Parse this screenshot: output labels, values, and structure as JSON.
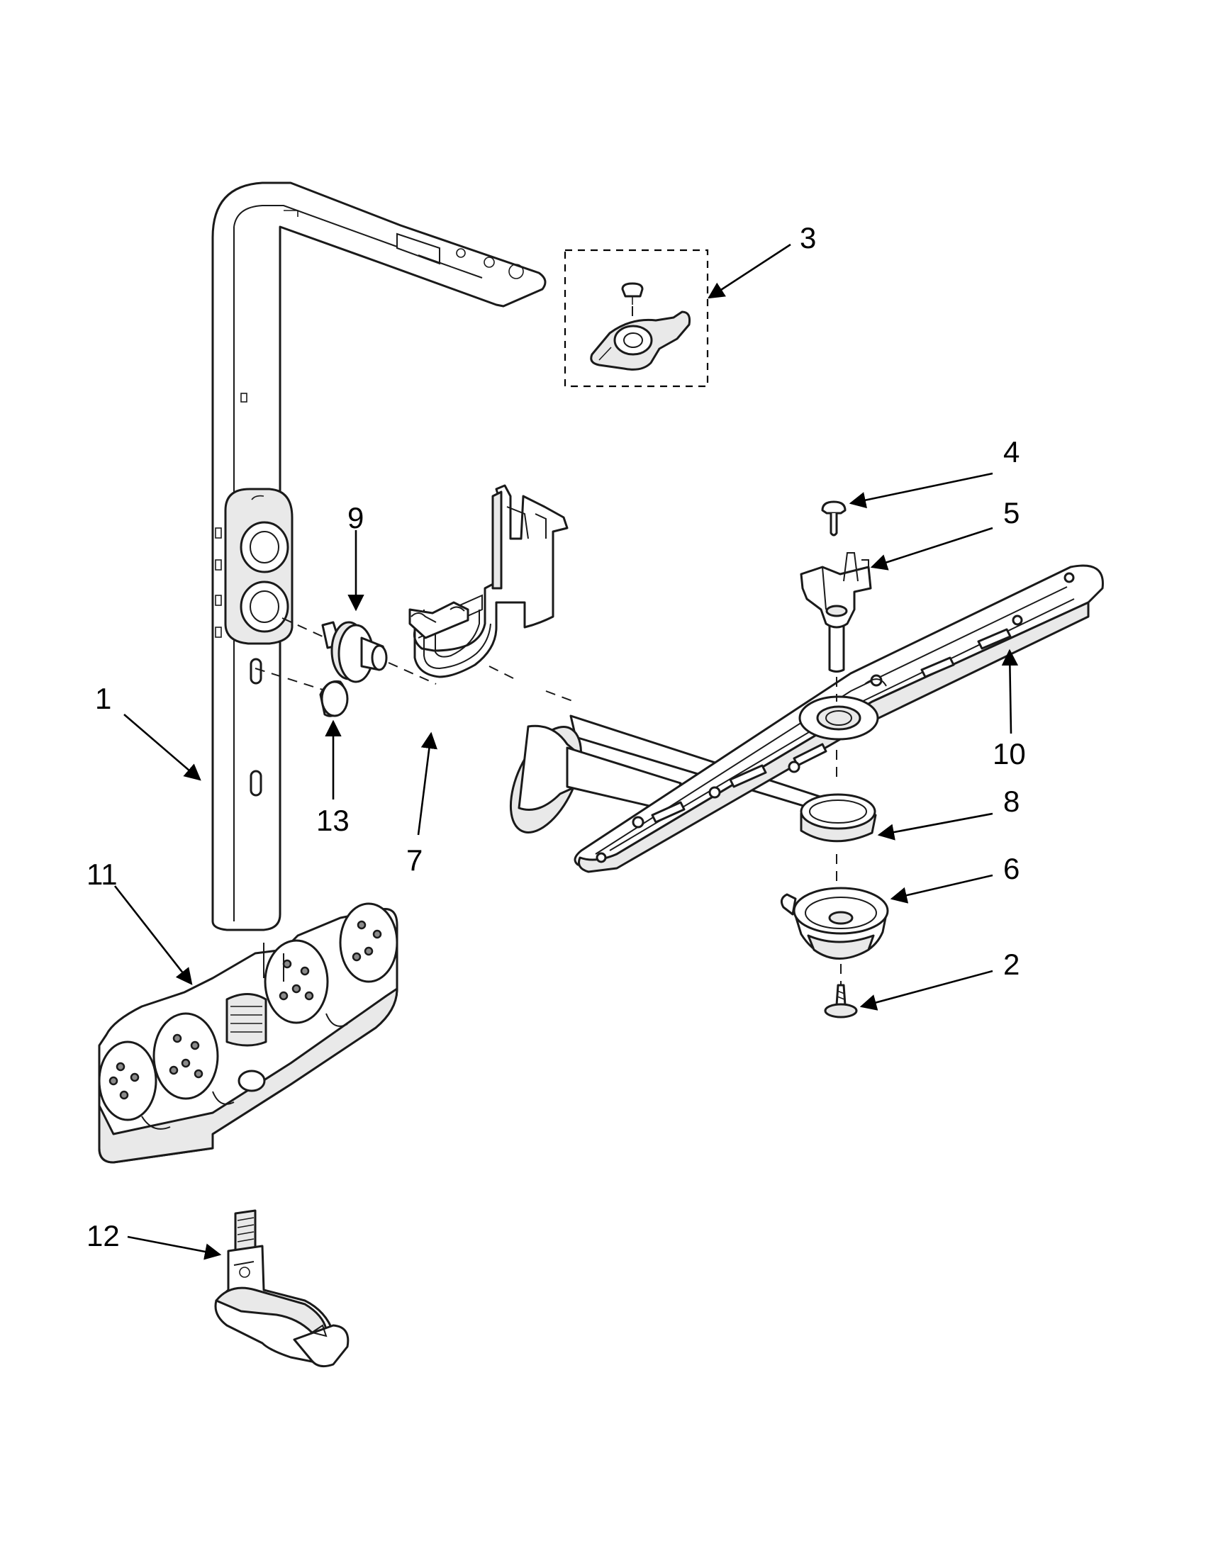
{
  "callouts": {
    "c1": "1",
    "c2": "2",
    "c3": "3",
    "c4": "4",
    "c5": "5",
    "c6": "6",
    "c7": "7",
    "c8": "8",
    "c9": "9",
    "c10": "10",
    "c11": "11",
    "c12": "12",
    "c13": "13"
  },
  "colors": {
    "ink": "#000000",
    "part_fill": "#ffffff",
    "shade_fill": "#e9e9e9"
  }
}
